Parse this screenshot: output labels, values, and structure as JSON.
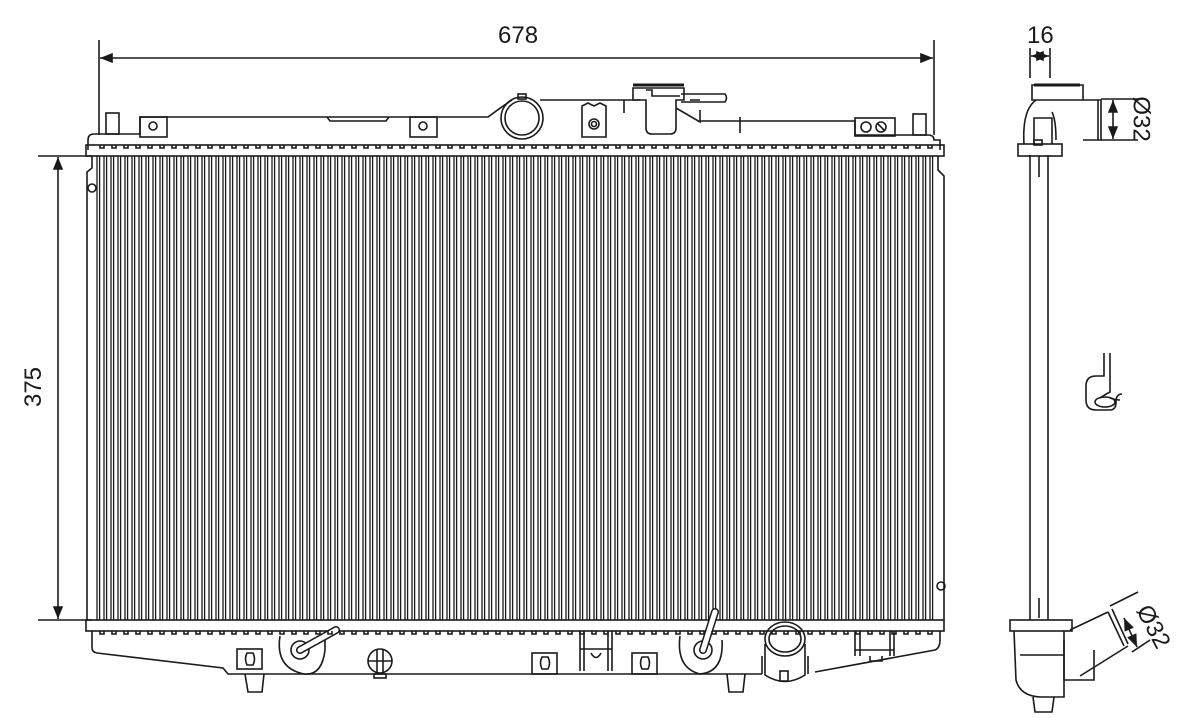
{
  "drawing": {
    "subject": "Radiator technical drawing",
    "views": [
      "front-view",
      "side-view"
    ],
    "stroke_color": "#1a1a1a",
    "background_color": "#ffffff"
  },
  "dimensions": {
    "width": {
      "label": "678",
      "axis": "horizontal"
    },
    "height": {
      "label": "375",
      "axis": "vertical"
    },
    "core_depth": {
      "label": "16",
      "axis": "horizontal"
    },
    "inlet_diameter": {
      "label": "Ø32",
      "position": "side-view-top"
    },
    "outlet_diameter": {
      "label": "Ø32",
      "position": "side-view-bottom"
    }
  }
}
